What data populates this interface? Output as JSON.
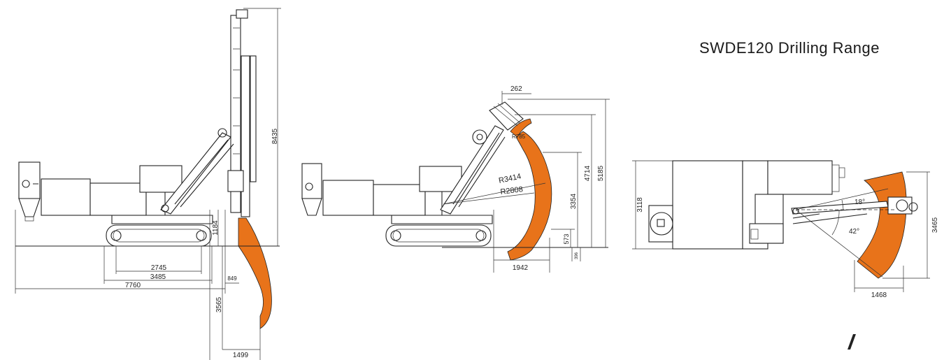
{
  "title": "SWDE120 Drilling Range",
  "colors": {
    "range_fill": "#e8731a",
    "line": "#222222"
  },
  "side_view": {
    "dims": {
      "height": "8435",
      "track_inner": "2745",
      "track_outer": "3485",
      "overall_length": "7760",
      "offset": "849",
      "above_ground": "1184",
      "depth": "3565",
      "range_width": "1499"
    }
  },
  "boom_view": {
    "dims": {
      "top": "262",
      "radius_head": "R785",
      "radius_outer": "R3414",
      "radius_inner": "R2808",
      "height_total": "5185",
      "height_mid": "4714",
      "height_low": "3354",
      "low_1": "573",
      "low_2": "396",
      "width": "1942"
    }
  },
  "top_view": {
    "dims": {
      "width_left": "3118",
      "angle_1": "18°",
      "angle_2": "42°",
      "width_right": "3465",
      "span": "1468"
    }
  }
}
